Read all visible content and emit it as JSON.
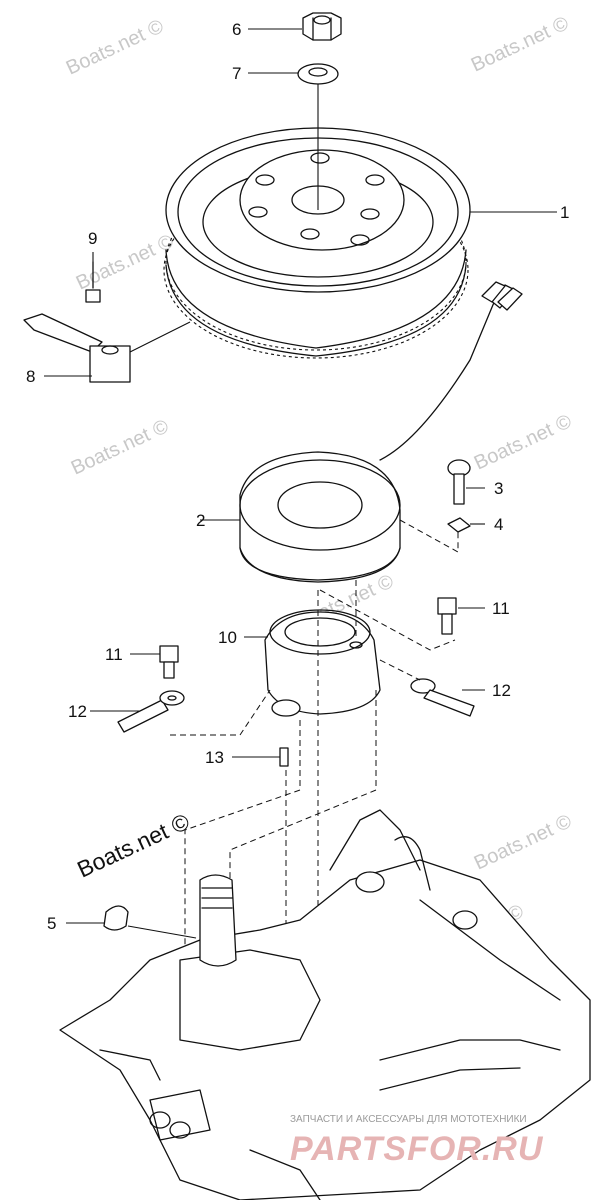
{
  "watermarks": [
    "Boats.net ©",
    "Boats.net ©",
    "Boats.net ©",
    "Boats.net ©",
    "Boats.net ©",
    "Boats.net ©",
    "Boats.net ©",
    "Boats.net ©"
  ],
  "main_watermark": "Boats.net ©",
  "callouts": {
    "c1": "1",
    "c2": "2",
    "c3": "3",
    "c4": "4",
    "c5": "5",
    "c6": "6",
    "c7": "7",
    "c8": "8",
    "c9": "9",
    "c10": "10",
    "c11a": "11",
    "c11b": "11",
    "c12a": "12",
    "c12b": "12",
    "c13": "13"
  },
  "site_logo": {
    "tagline": "ЗАПЧАСТИ И АКСЕССУАРЫ ДЛЯ МОТОТЕХНИКИ",
    "name": "PARTSFOR.RU"
  }
}
